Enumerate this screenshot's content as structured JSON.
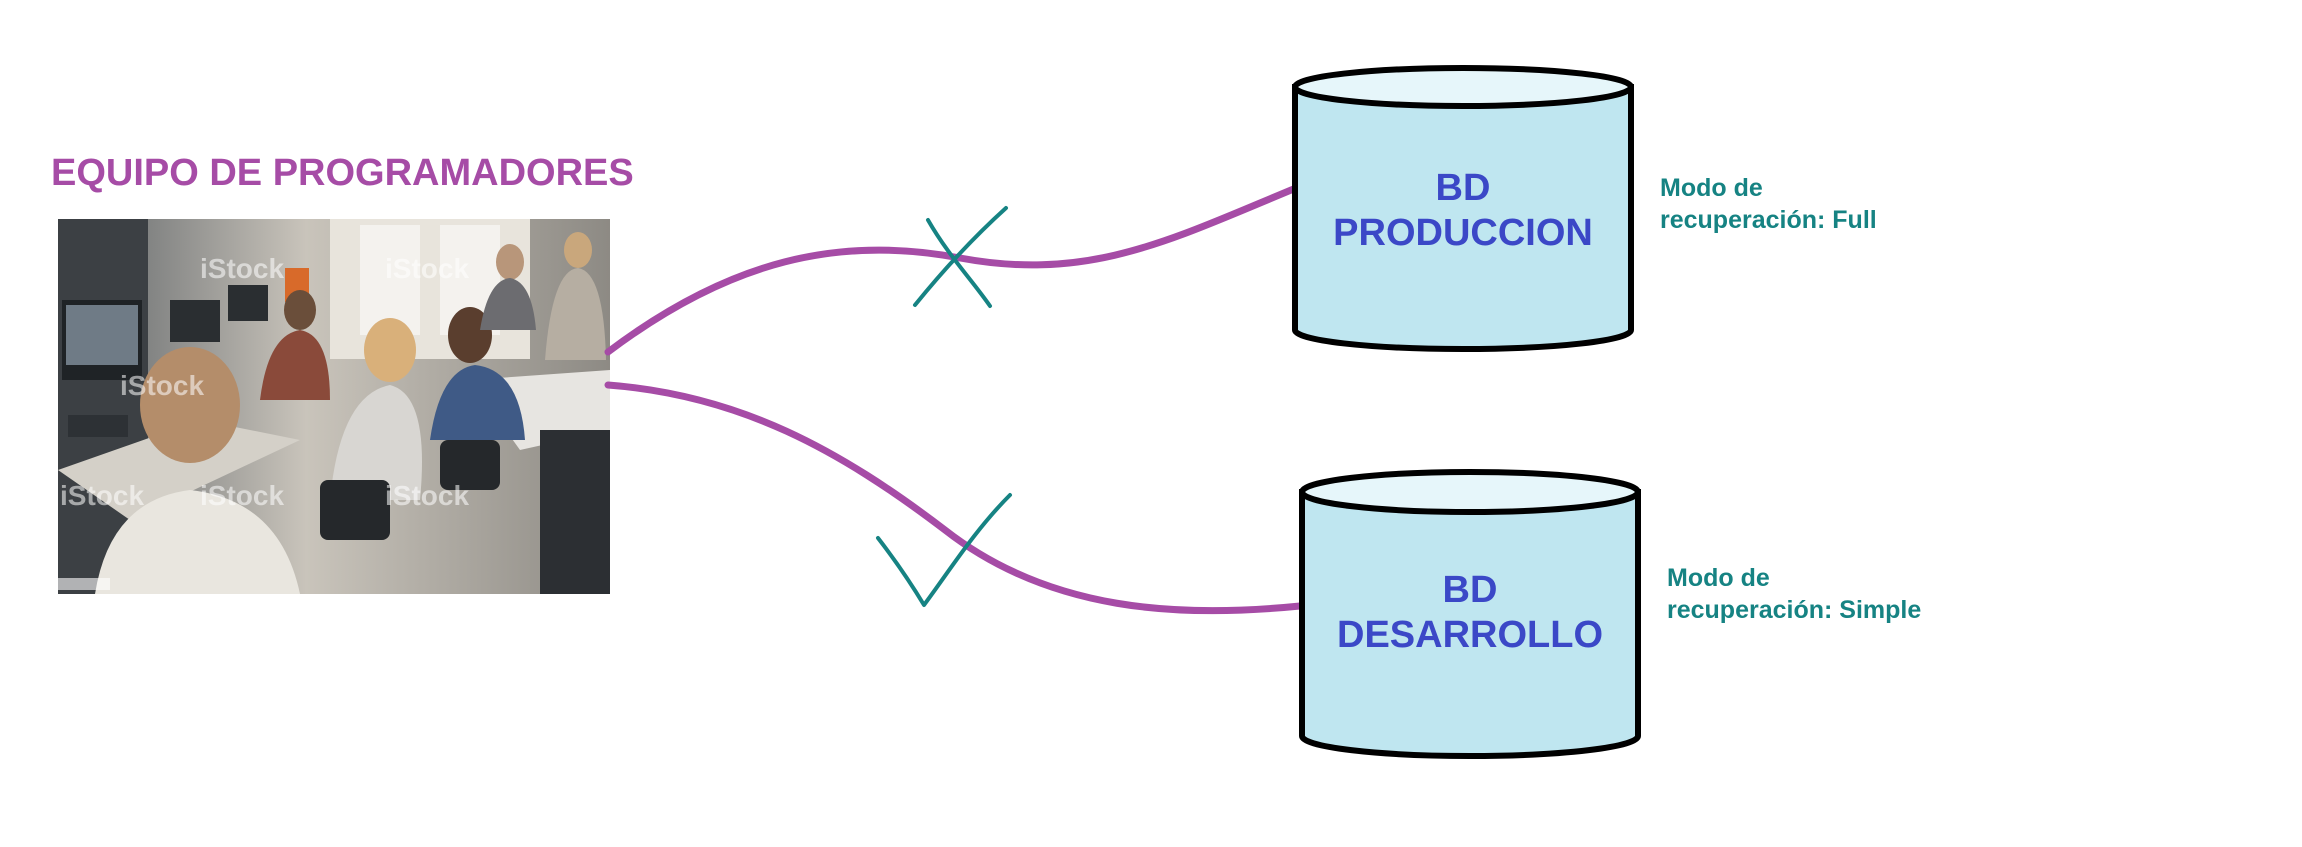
{
  "team": {
    "title": "EQUIPO DE PROGRAMADORES",
    "photo_watermark": "iStock"
  },
  "databases": [
    {
      "name_line1": "BD",
      "name_line2": "PRODUCCION",
      "mode_line1": "Modo de",
      "mode_line2": "recuperación: Full",
      "connection_status": "denied"
    },
    {
      "name_line1": "BD",
      "name_line2": "DESARROLLO",
      "mode_line1": "Modo de",
      "mode_line2": "recuperación: Simple",
      "connection_status": "allowed"
    }
  ],
  "colors": {
    "title": "#a64ca6",
    "connector": "#a64ca6",
    "db_fill": "#bfe6f0",
    "db_top": "#e6f6fa",
    "db_label": "#3b48c7",
    "mode_label": "#168383",
    "marks": "#168383"
  },
  "icons": {
    "denied": "cross-mark-icon",
    "allowed": "check-mark-icon"
  }
}
